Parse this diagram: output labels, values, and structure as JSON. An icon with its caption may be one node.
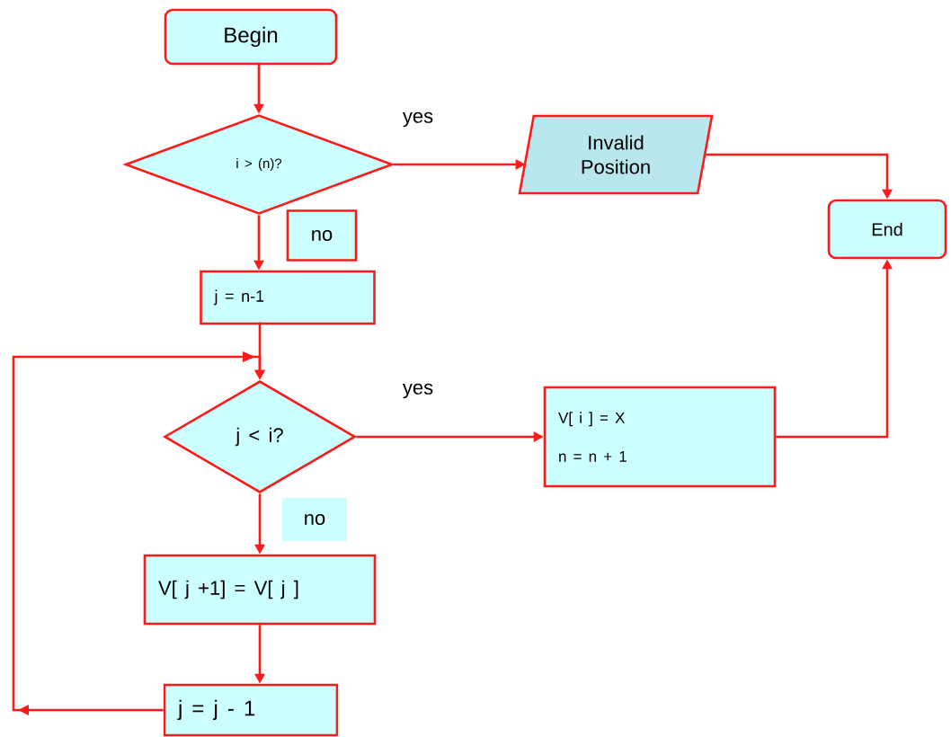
{
  "diagram": {
    "nodes": [
      {
        "text": [
          "Begin"
        ]
      },
      {
        "text": [
          "i > (n)?"
        ]
      },
      {
        "text": [
          "Invalid Position"
        ]
      },
      {
        "text": [
          "End"
        ]
      },
      {
        "text": [
          "j =  n-1"
        ]
      },
      {
        "text": [
          "j < i?"
        ]
      },
      {
        "text": [
          "V[ i ] = X",
          "n = n + 1"
        ]
      },
      {
        "text": [
          "V[ j +1] = V[ j ]"
        ]
      },
      {
        "text": [
          "j = j - 1"
        ]
      }
    ],
    "edges": [
      {
        "from": 0,
        "to": 1,
        "arrow": "to"
      },
      {
        "from": 1,
        "to": 2,
        "arrow": "to",
        "label": "yes"
      },
      {
        "from": 2,
        "to": 3,
        "arrow": "to"
      },
      {
        "from": 1,
        "to": 4,
        "arrow": "to",
        "label": "no"
      },
      {
        "from": 4,
        "to": 5,
        "arrow": "to"
      },
      {
        "from": 5,
        "to": 6,
        "arrow": "to",
        "label": "yes"
      },
      {
        "from": 6,
        "to": 3,
        "arrow": "to"
      },
      {
        "from": 5,
        "to": 7,
        "arrow": "to",
        "label": "no"
      },
      {
        "from": 7,
        "to": 8,
        "arrow": "to"
      },
      {
        "from": 8,
        "to": 5,
        "arrow": "to"
      }
    ]
  }
}
